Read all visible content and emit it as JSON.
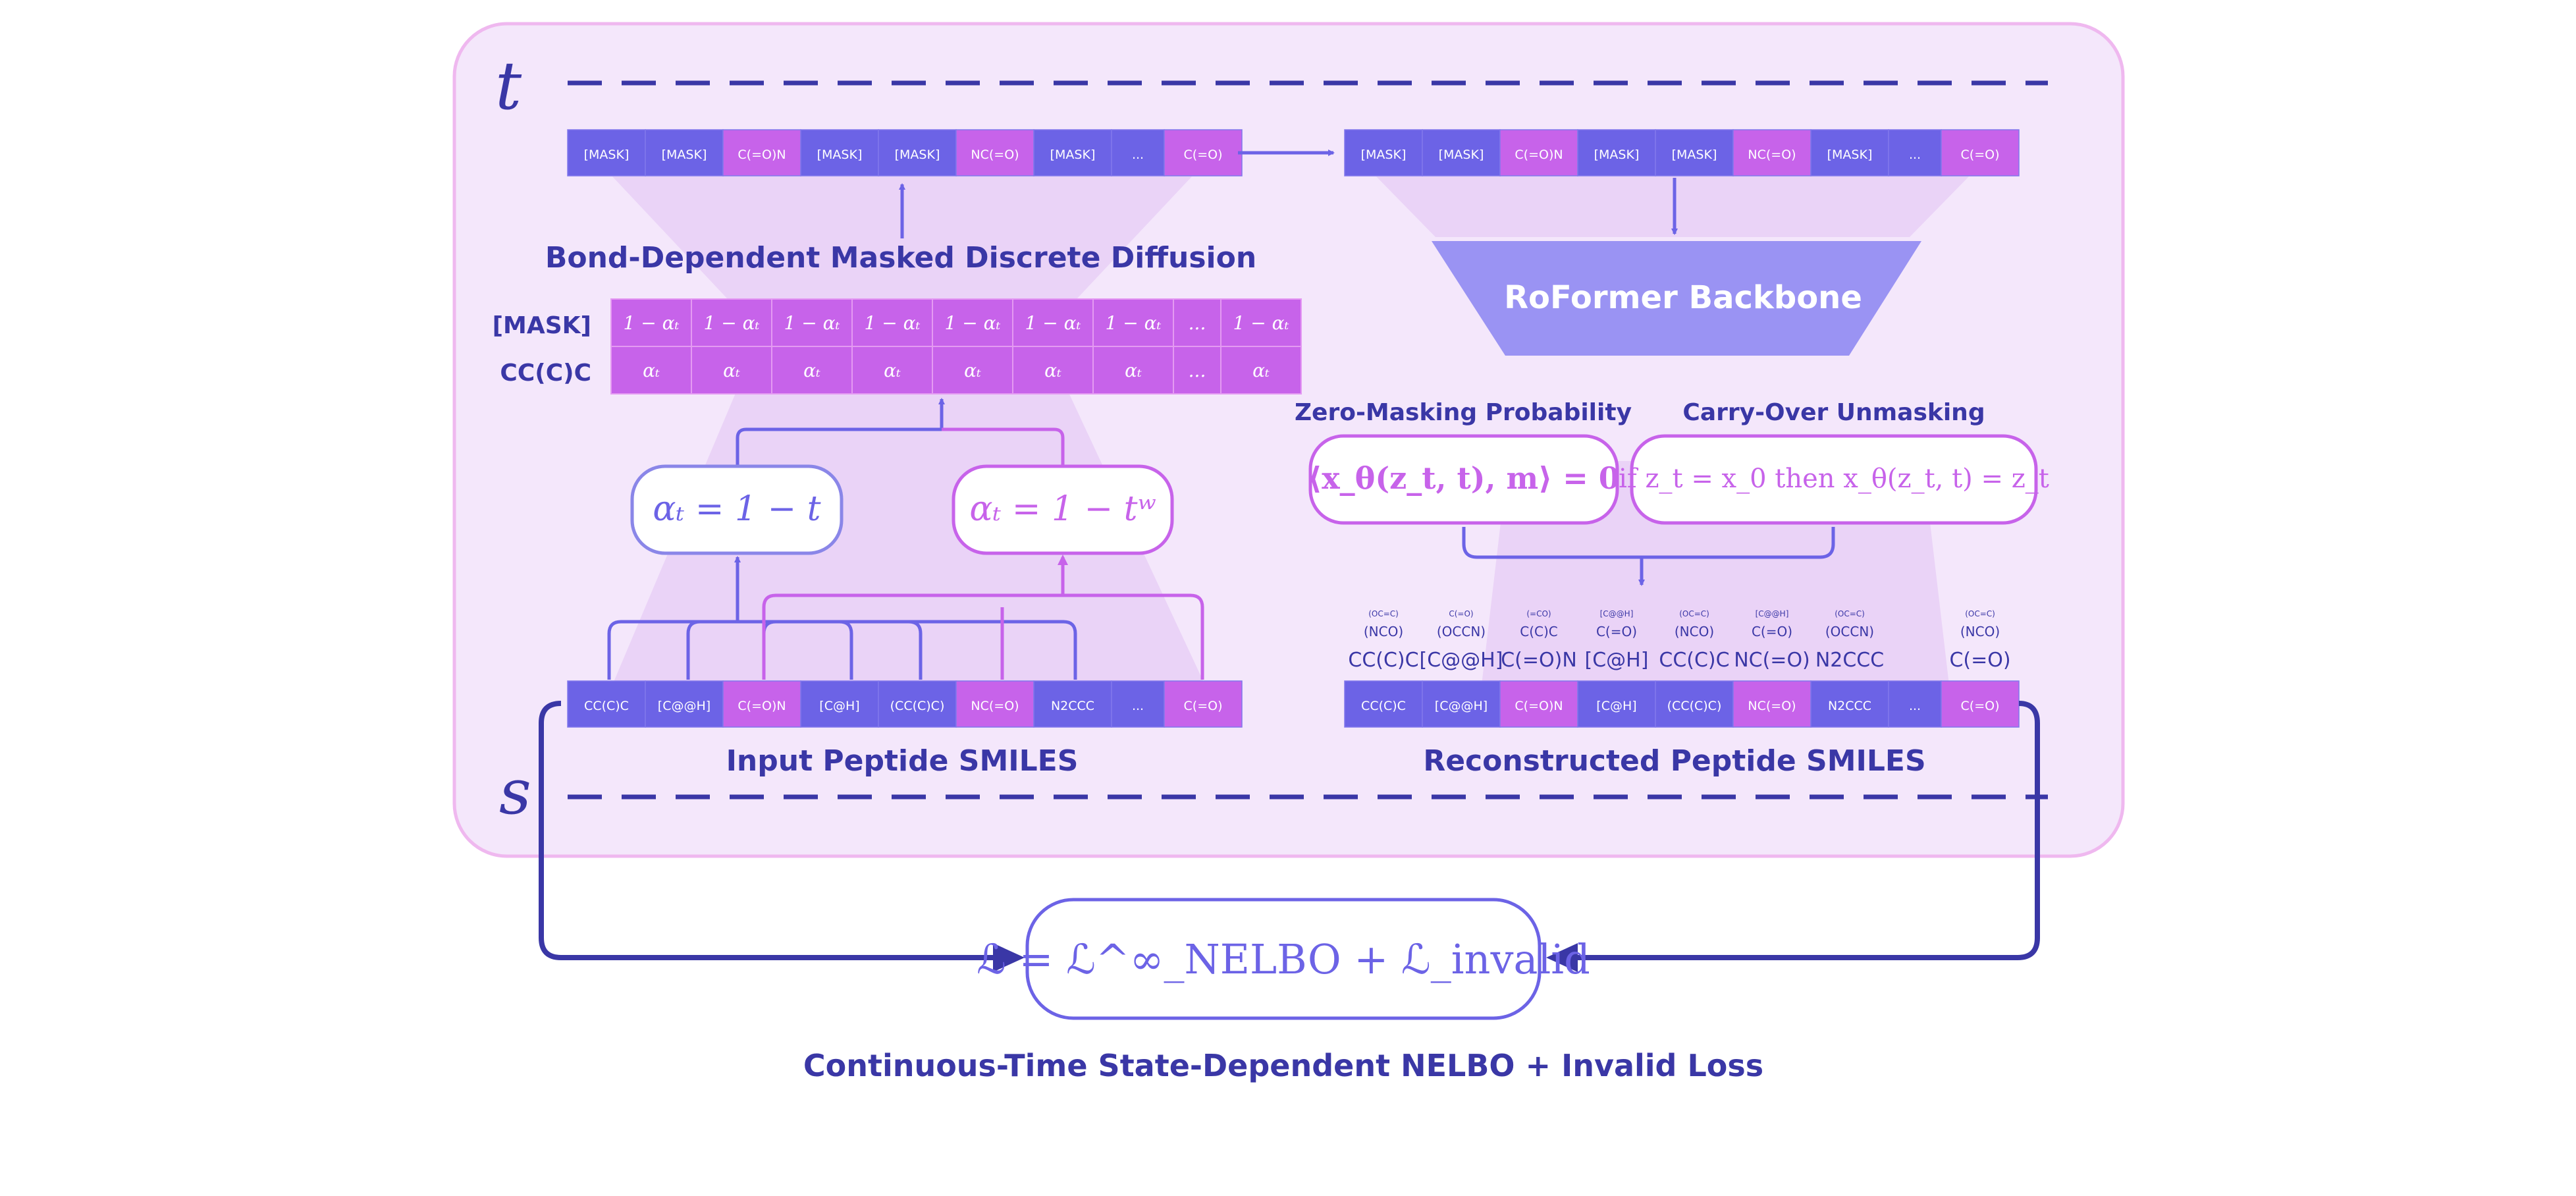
{
  "top_axis_label": "t",
  "bottom_axis_label": "s",
  "masked_sequence": [
    "[MASK]",
    "[MASK]",
    "C(=O)N",
    "[MASK]",
    "[MASK]",
    "NC(=O)",
    "[MASK]",
    "...",
    "C(=O)"
  ],
  "masked_sequence_right": [
    "[MASK]",
    "[MASK]",
    "C(=O)N",
    "[MASK]",
    "[MASK]",
    "NC(=O)",
    "[MASK]",
    "...",
    "C(=O)"
  ],
  "diffusion_title": "Bond-Dependent Masked Discrete Diffusion",
  "probability_table": {
    "row_labels": [
      "[MASK]",
      "CC(C)C"
    ],
    "mask_row": [
      "1 − αₜ",
      "1 − αₜ",
      "1 − αₜ",
      "1 − αₜ",
      "1 − αₜ",
      "1 − αₜ",
      "1 − αₜ",
      "...",
      "1 − αₜ"
    ],
    "token_row": [
      "αₜ",
      "αₜ",
      "αₜ",
      "αₜ",
      "αₜ",
      "αₜ",
      "αₜ",
      "...",
      "αₜ"
    ]
  },
  "schedule_linear": "αₜ = 1 − t",
  "schedule_power": "αₜ = 1 − tʷ",
  "input_sequence": [
    "CC(C)C",
    "[C@@H]",
    "C(=O)N",
    "[C@H]",
    "(CC(C)C)",
    "NC(=O)",
    "N2CCC",
    "...",
    "C(=O)"
  ],
  "input_title": "Input Peptide SMILES",
  "backbone_label": "RoFormer Backbone",
  "zero_mask_title": "Zero-Masking Probability",
  "zero_mask_formula": "⟨x_θ(z_t, t), m⟩ = 0",
  "carry_over_title": "Carry-Over Unmasking",
  "carry_over_formula": "if z_t = x_0 then x_θ(z_t, t) = z_t",
  "candidate_columns": [
    {
      "tiny": "(OC=C)",
      "small": "(NCO)",
      "main": "CC(C)C"
    },
    {
      "tiny": "C(=O)",
      "small": "(OCCN)",
      "main": "[C@@H]"
    },
    {
      "tiny": "(=CO)",
      "small": "C(C)C",
      "main": "C(=O)N"
    },
    {
      "tiny": "[C@@H]",
      "small": "C(=O)",
      "main": "[C@H]"
    },
    {
      "tiny": "(OC=C)",
      "small": "(NCO)",
      "main": "CC(C)C"
    },
    {
      "tiny": "[C@@H]",
      "small": "C(=O)",
      "main": "NC(=O)"
    },
    {
      "tiny": "(OC=C)",
      "small": "(OCCN)",
      "main": "N2CCC"
    },
    {
      "tiny": "",
      "small": "",
      "main": ""
    },
    {
      "tiny": "(OC=C)",
      "small": "(NCO)",
      "main": "C(=O)"
    }
  ],
  "reconstructed_sequence": [
    "CC(C)C",
    "[C@@H]",
    "C(=O)N",
    "[C@H]",
    "(CC(C)C)",
    "NC(=O)",
    "N2CCC",
    "...",
    "C(=O)"
  ],
  "reconstructed_title": "Reconstructed Peptide SMILES",
  "loss_formula": "ℒ = ℒ^∞_NELBO + ℒ_invalid",
  "loss_title": "Continuous-Time State-Dependent NELBO + Invalid Loss",
  "colors": {
    "indigo": "#6c63e6",
    "magenta": "#c763ea",
    "navy": "#3a37a6",
    "panel_bg": "#f4e7fb",
    "panel_border": "#efb8ef",
    "funnel": "#ead3f7",
    "backbone": "#9a93f3"
  }
}
